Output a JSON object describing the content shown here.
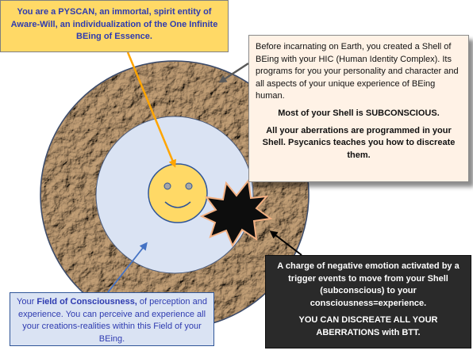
{
  "pyscan_box": {
    "text": "You are a PYSCAN, an immortal, spirit entity of Aware-Will, an individualization  of the One Infinite BEing  of Essence."
  },
  "shell_box": {
    "para1": "Before incarnating on Earth, you created a Shell of BEing with your HIC (Human Identity Complex). Its programs for you your personality and character and all aspects of your unique experience of BEing human.",
    "para2": "Most of your Shell is SUBCONSCIOUS.",
    "para3": "All your aberrations are programmed in your Shell.  Psycanics teaches you how to discreate them."
  },
  "charge_box": {
    "para1": "A charge of negative emotion activated  by a trigger events to move from your Shell (subconscious)  to your consciousness=experience.",
    "para2": "YOU CAN DISCREATE ALL YOUR ABERRATIONS with BTT."
  },
  "field_box": {
    "prefix": "Your ",
    "emphasis": "Field of Consciousness,",
    "rest": " of perception and experience.  You can perceive and experience all your creations-realities within this Field of your BEing."
  },
  "colors": {
    "shell_ring": "#9a7b56",
    "field": "#dae3f3",
    "smiley": "#ffd966",
    "orange_arrow": "#ffa500",
    "blue_arrow": "#4472c4",
    "gray_arrow": "#595959",
    "burst": "#0d0d0d"
  }
}
